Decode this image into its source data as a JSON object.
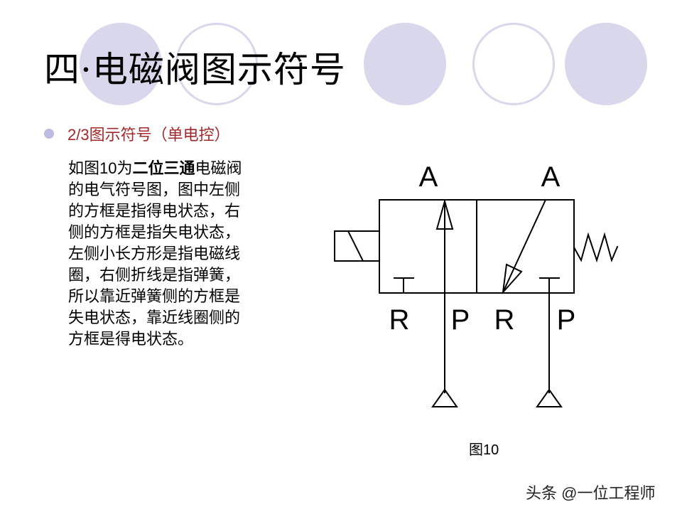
{
  "slide": {
    "title": "四·电磁阀图示符号",
    "bullet": {
      "label": "2/3图示符号（单电控）"
    },
    "body_lines": [
      {
        "pre": "如图10为",
        "bold": "二位三通",
        "post": "电磁阀"
      },
      {
        "pre": "的电气符号图，图中左侧",
        "bold": "",
        "post": ""
      },
      {
        "pre": "的方框是指得电状态，右",
        "bold": "",
        "post": ""
      },
      {
        "pre": "侧的方框是指失电状态，",
        "bold": "",
        "post": ""
      },
      {
        "pre": "左侧小长方形是指电磁线",
        "bold": "",
        "post": ""
      },
      {
        "pre": "圈，右侧折线是指弹簧，",
        "bold": "",
        "post": ""
      },
      {
        "pre": "所以靠近弹簧侧的方框是",
        "bold": "",
        "post": ""
      },
      {
        "pre": "失电状态，靠近线圈侧的",
        "bold": "",
        "post": ""
      },
      {
        "pre": "方框是得电状态。",
        "bold": "",
        "post": ""
      }
    ],
    "figure": {
      "caption": "图10",
      "port_labels": {
        "left_top": "A",
        "right_top": "A",
        "left_bottom_r": "R",
        "left_bottom_p": "P",
        "right_bottom_r": "R",
        "right_bottom_p": "P"
      }
    },
    "watermark": "头条 @一位工程师",
    "colors": {
      "circle": "#d8d7eb",
      "bullet": "#bcbbe0",
      "subtitle": "#a3282a"
    }
  }
}
